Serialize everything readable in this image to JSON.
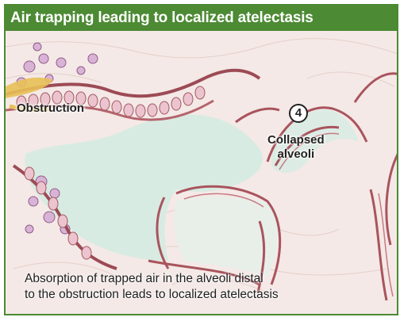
{
  "header": {
    "title": "Air trapping leading to localized atelectasis"
  },
  "labels": {
    "obstruction": "Obstruction",
    "step_number": "4",
    "collapsed_line1": "Collapsed",
    "collapsed_line2": "alveoli"
  },
  "caption": {
    "line1": "Absorption of trapped air in the alveoli distal",
    "line2": "to the obstruction leads to localized atelectasis"
  },
  "colors": {
    "header": "#4c8a33",
    "tissue": "#f5ece9",
    "airspace": "#d9ece3",
    "wall": "#9c4b55",
    "cells": "#e8b7c6",
    "mucus": "#e8c056"
  }
}
